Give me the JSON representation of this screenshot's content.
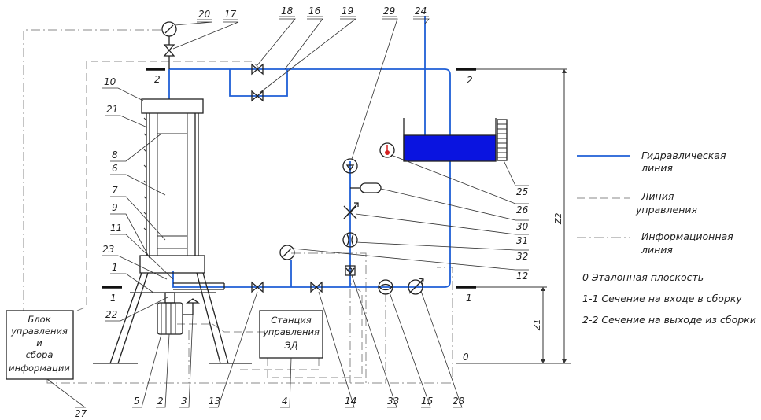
{
  "part_numbers": [
    "20",
    "17",
    "18",
    "16",
    "19",
    "29",
    "24",
    "10",
    "21",
    "8",
    "6",
    "7",
    "9",
    "11",
    "23",
    "1",
    "22",
    "5",
    "2",
    "3",
    "13",
    "4",
    "14",
    "33",
    "15",
    "28",
    "12",
    "32",
    "31",
    "30",
    "26",
    "25",
    "27"
  ],
  "section_marks": {
    "s2_left": "2",
    "s2_right": "2",
    "s1_left": "1",
    "s1_right": "1",
    "s0": "0",
    "z1": "Z1",
    "z2": "Z2"
  },
  "boxes": {
    "control_unit": [
      "Блок",
      "управления",
      "и",
      "сбора",
      "информации"
    ],
    "station": [
      "Станция",
      "управления",
      "ЭД"
    ]
  },
  "legend": {
    "hydraulic": [
      "Гидравлическая",
      "линия"
    ],
    "control": [
      "Линия",
      "управления"
    ],
    "info": [
      "Информационная",
      "линия"
    ],
    "ref_plane": "0   Эталонная плоскость",
    "sec_1": "1-1  Сечение на входе в сборку",
    "sec_2": "2-2  Сечение на выходе из сборки"
  },
  "colors": {
    "hydraulic": "#1f5fd6",
    "tank_fill": "#0a14e0",
    "indicator": "#d42020",
    "lines": "#888888"
  }
}
